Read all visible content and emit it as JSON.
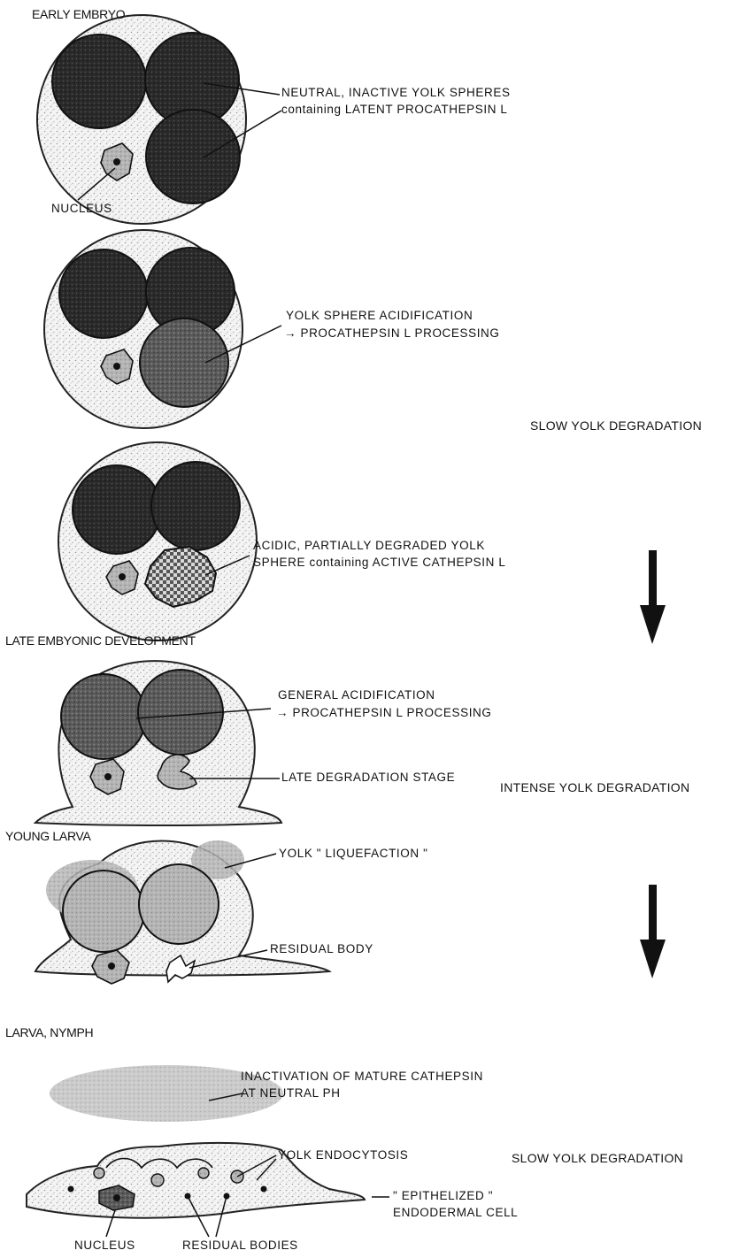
{
  "stages": {
    "early_embryo": "EARLY EMBRYO",
    "late_embryonic": "LATE EMBYONIC DEVELOPMENT",
    "young_larva": "YOUNG LARVA",
    "larva_nymph": "LARVA, NYMPH"
  },
  "labels": {
    "neutral_1": "NEUTRAL, INACTIVE YOLK SPHERES",
    "neutral_2": "containing LATENT PROCATHEPSIN L",
    "nucleus_top": "NUCLEUS",
    "acid_1": "YOLK SPHERE ACIDIFICATION",
    "acid_2": "PROCATHEPSIN L  PROCESSING",
    "acidic_1": "ACIDIC, PARTIALLY DEGRADED YOLK",
    "acidic_2": "SPHERE containing ACTIVE CATHEPSIN L",
    "general_1": "GENERAL ACIDIFICATION",
    "general_2": "PROCATHEPSIN L  PROCESSING",
    "late_stage": "LATE DEGRADATION STAGE",
    "liquefaction": "YOLK \" LIQUEFACTION \"",
    "residual_body": "RESIDUAL BODY",
    "inact_1": "INACTIVATION OF MATURE CATHEPSIN",
    "inact_2": "AT NEUTRAL PH",
    "endocytosis": "YOLK ENDOCYTOSIS",
    "epith_1": "\" EPITHELIZED \"",
    "epith_2": "ENDODERMAL CELL",
    "nucleus_bottom": "NUCLEUS",
    "residual_bodies": "RESIDUAL BODIES",
    "arrow_glyph": "→"
  },
  "side_notes": {
    "slow_1": "SLOW YOLK DEGRADATION",
    "intense": "INTENSE YOLK DEGRADATION",
    "slow_2": "SLOW YOLK DEGRADATION"
  }
}
